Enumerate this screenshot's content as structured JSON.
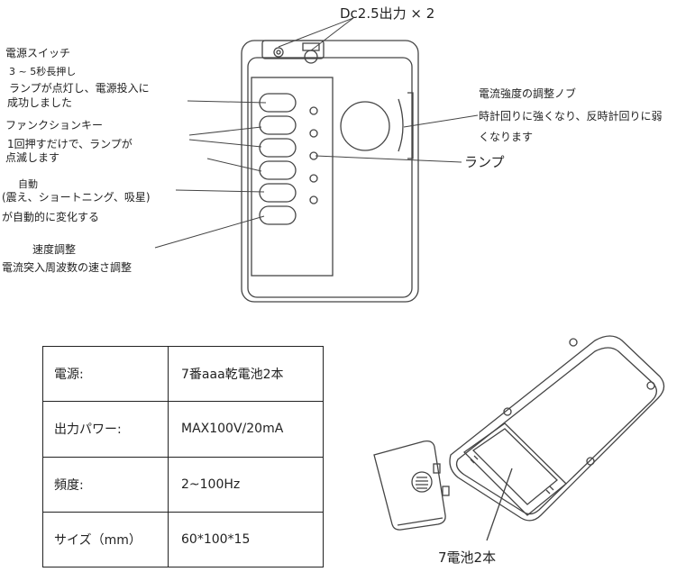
{
  "device": {
    "output_label": "Dc2.5出力 × 2",
    "power_switch": {
      "title": "電源スイッチ",
      "line1": "3 ~ 5秒長押し",
      "line2": "ランプが点灯し、電源投入に",
      "line3": "成功しました"
    },
    "function_key": {
      "title": "ファンクションキー",
      "line1": "1回押すだけで、ランプが",
      "line2": "点滅します"
    },
    "auto": {
      "title": "自動",
      "line1": "(震え、ショートニング、吸星)",
      "line2": "が自動的に変化する"
    },
    "speed": {
      "title": "速度調整",
      "line1": "電流突入周波数の速さ調整"
    },
    "knob": {
      "title": "電流強度の調整ノブ",
      "line1": "時計回りに強くなり、反時計回りに弱",
      "line2": "くなります"
    },
    "lamp_label": "ランプ",
    "battery_label": "7電池2本"
  },
  "spec_table": {
    "rows": [
      {
        "key": "電源:",
        "value": "7番aaa乾電池2本"
      },
      {
        "key": "出力パワー:",
        "value": "MAX100V/20mA"
      },
      {
        "key": "頻度:",
        "value": "2~100Hz"
      },
      {
        "key": "サイズ（mm）",
        "value": "60*100*15"
      }
    ]
  }
}
